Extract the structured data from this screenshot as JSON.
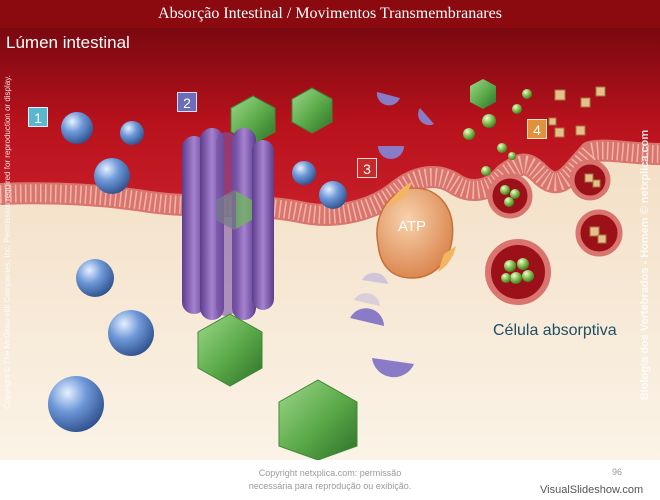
{
  "slide": {
    "title": "Absorção Intestinal / Movimentos Transmembranares",
    "page_number": "96",
    "footer_copyright_line1": "Copyright netxplica.com: permissão",
    "footer_copyright_line2": "necessária para reprodução ou exibição.",
    "watermark": "VisualSlideshow.com"
  },
  "diagram": {
    "lumen_label": "Lúmen intestinal",
    "cell_label": "Célula absorptiva",
    "atp_label": "ATP",
    "step_labels": [
      "1",
      "2",
      "3",
      "4"
    ],
    "side_credit_left": "Copyright © The McGraw-Hill Companies, Inc. Permission required for reproduction or display.",
    "side_credit_right": "Biologia dos Vertebrados - Homem © netxplica.com"
  },
  "colors": {
    "title_bar": "#8a0a10",
    "lumen": "#b8121c",
    "membrane": "#d9756e",
    "cytoplasm": "#f6e6cf",
    "channel_protein": "#8c64b4",
    "sphere": "#5c86c9",
    "hexagon": "#58a847",
    "half_disc": "#8a7bc6",
    "atp_pump": "#e9a06c"
  }
}
